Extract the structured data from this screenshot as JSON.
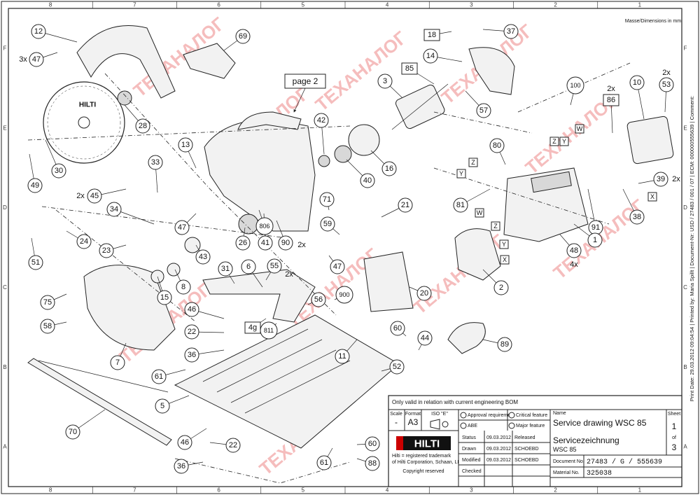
{
  "corner_note": "Masse/Dimensions in mm",
  "zones": {
    "columns": [
      "8",
      "7",
      "6",
      "5",
      "4",
      "3",
      "2",
      "1"
    ],
    "rows": [
      "F",
      "E",
      "D",
      "C",
      "B",
      "A"
    ]
  },
  "callouts": {
    "page2": "page 2",
    "p12": "12",
    "p47a": "47",
    "p47a_qty": "3x",
    "p69": "69",
    "p18": "18",
    "p37": "37",
    "p14": "14",
    "p85": "85",
    "p3": "3",
    "p57": "57",
    "p100": "100",
    "p86": "86",
    "p86_qty": "2x",
    "p10": "10",
    "p53": "53",
    "p53_qty": "2x",
    "p28": "28",
    "p42": "42",
    "p16": "16",
    "p40": "40",
    "p30": "30",
    "p49": "49",
    "p13": "13",
    "p33": "33",
    "p45": "45",
    "p45_qty": "2x",
    "p34": "34",
    "p80": "80",
    "p81": "81",
    "p39": "39",
    "p39_qty": "2x",
    "p38": "38",
    "p91": "91",
    "p1": "1",
    "p48": "48",
    "p48_qty": "4x",
    "p24": "24",
    "p23": "23",
    "p47b": "47",
    "p26": "26",
    "p41": "41",
    "p90": "90",
    "p806": "806",
    "p806_qty": "2x",
    "p71": "71",
    "p21": "21",
    "p59": "59",
    "p47c": "47",
    "p51": "51",
    "p43": "43",
    "p8": "8",
    "p15": "15",
    "p6": "6",
    "p55": "55",
    "p55_qty": "2x",
    "p31": "31",
    "p2": "2",
    "p75": "75",
    "p58": "58",
    "p46a": "46",
    "p56": "56",
    "p900": "900",
    "p20": "20",
    "p4g": "4g",
    "p811": "811",
    "p22a": "22",
    "p36a": "36",
    "p7": "7",
    "p60a": "60",
    "p44": "44",
    "p89": "89",
    "p11": "11",
    "p52": "52",
    "p61a": "61",
    "p5": "5",
    "p70": "70",
    "p46b": "46",
    "p22b": "22",
    "p36b": "36",
    "p61b": "61",
    "p60b": "60",
    "p88": "88",
    "connectors": [
      "Z",
      "Y",
      "W",
      "Z",
      "Y",
      "W",
      "Z",
      "Y",
      "X",
      "X"
    ]
  },
  "watermark": "ТЕХАНАЛОГ",
  "title_block": {
    "note": "Only valid in relation with current engineering BOM",
    "scale_label": "Scale",
    "format_label": "Format",
    "iso_label": "ISO \"E\"",
    "scale_value": "-",
    "format_value": "A3",
    "approval_req": "Approval requirement",
    "abe": "ABE",
    "critical": "Critical feature",
    "major": "Major feature",
    "name_label": "Name",
    "title_en": "Service drawing WSC 85",
    "title_de": "Servicezeichnung",
    "subtitle": "WSC 85",
    "sheet_label": "Sheet",
    "sheet_no": "1",
    "of_label": "of",
    "sheet_total": "3",
    "brand": "HILTI",
    "trademark_1": "Hilti = registered trademark",
    "trademark_2": "of Hilti Corporation, Schaan, LI",
    "copyright": "Copyright reserved",
    "status_label": "Status",
    "status_date": "09.03.2012",
    "status_value": "Released",
    "drawn_label": "Drawn",
    "drawn_date": "09.03.2012",
    "drawn_by": "SCHOEBD",
    "modified_label": "Modified",
    "modified_date": "09.03.2012",
    "modified_by": "SCHOEBD",
    "checked_label": "Checked",
    "docno_label": "Document No.",
    "docno_value": "27483 / G / 555639",
    "material_label": "Material No.",
    "material_value": "325038"
  },
  "side_text": "Print Date: 29.03.2012 09:04:54 | Printed by: Maria Spillt | Document-Nr: USD / 27483 / 001 / 07 | ECM: 000000555639 | Comment:"
}
